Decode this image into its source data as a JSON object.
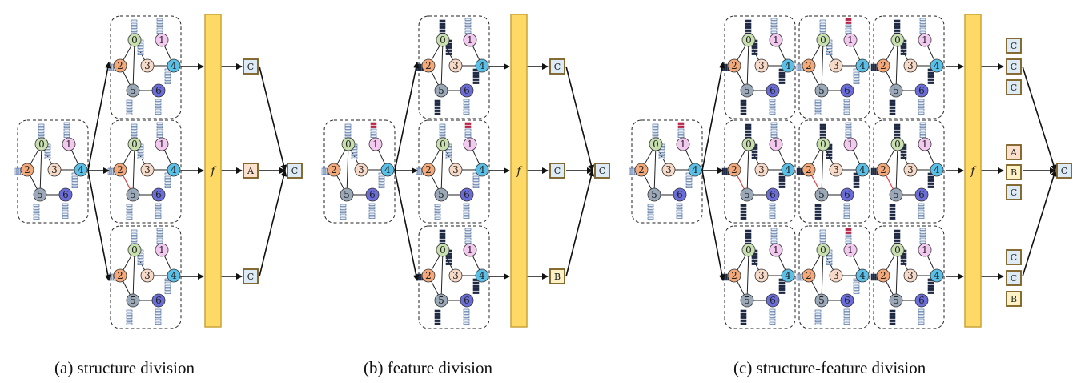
{
  "captions": {
    "a": "(a) structure division",
    "b": "(b) feature division",
    "c": "(c) structure-feature division"
  },
  "function_label": "f",
  "node_ids": [
    "0",
    "1",
    "2",
    "3",
    "4",
    "5",
    "6"
  ],
  "colors": {
    "node0": "#c8e0b0",
    "node1": "#f4c9f0",
    "node2": "#f3a97a",
    "node3": "#f7d9c7",
    "node4": "#5bc0e8",
    "node5": "#9aa8b8",
    "node6": "#6a6cd8",
    "function_bar": "#ffd966",
    "function_border": "#c8a43a",
    "class_a_fill": "#fbe0cd",
    "class_b_fill": "#fdf2c6",
    "class_c_fill": "#dcebf6",
    "class_border": "#7a5c1e",
    "feature_dark": "#1e2a44",
    "feature_light": "#e6eef8",
    "feature_red": "#b8264a",
    "removed_edge": "#e04040"
  },
  "outputs": {
    "a": [
      "C",
      "A",
      "C"
    ],
    "a_final": "C",
    "b": [
      "C",
      "C",
      "B"
    ],
    "b_final": "C",
    "c": [
      [
        "C",
        "C",
        "C"
      ],
      [
        "A",
        "B",
        "C"
      ],
      [
        "C",
        "C",
        "B"
      ]
    ],
    "c_final": "C"
  }
}
